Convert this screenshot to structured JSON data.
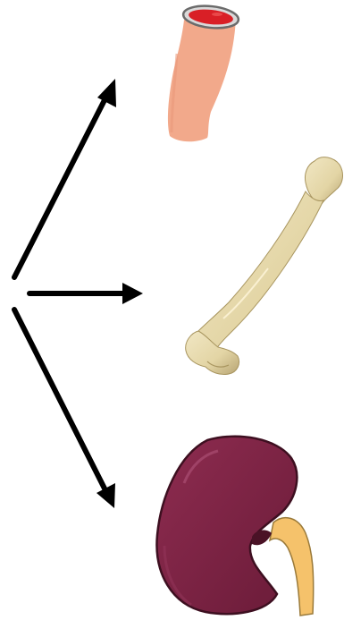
{
  "diagram": {
    "arrow_color": "#000000",
    "arrows": [
      {
        "name": "arrow-to-vessel",
        "target": "blood-vessel"
      },
      {
        "name": "arrow-to-bone",
        "target": "bone"
      },
      {
        "name": "arrow-to-kidney",
        "target": "kidney"
      }
    ],
    "organs": [
      {
        "icon": "blood-vessel-icon",
        "colors": {
          "wall": "#f2a98b",
          "lumen": "#d91f26",
          "rim": "#6b6b6b"
        }
      },
      {
        "icon": "bone-icon",
        "colors": {
          "bone": "#e8dcb3",
          "shadow": "#b8a574"
        }
      },
      {
        "icon": "kidney-icon",
        "colors": {
          "kidney": "#7d2344",
          "ureter": "#f5c26b"
        }
      }
    ]
  }
}
